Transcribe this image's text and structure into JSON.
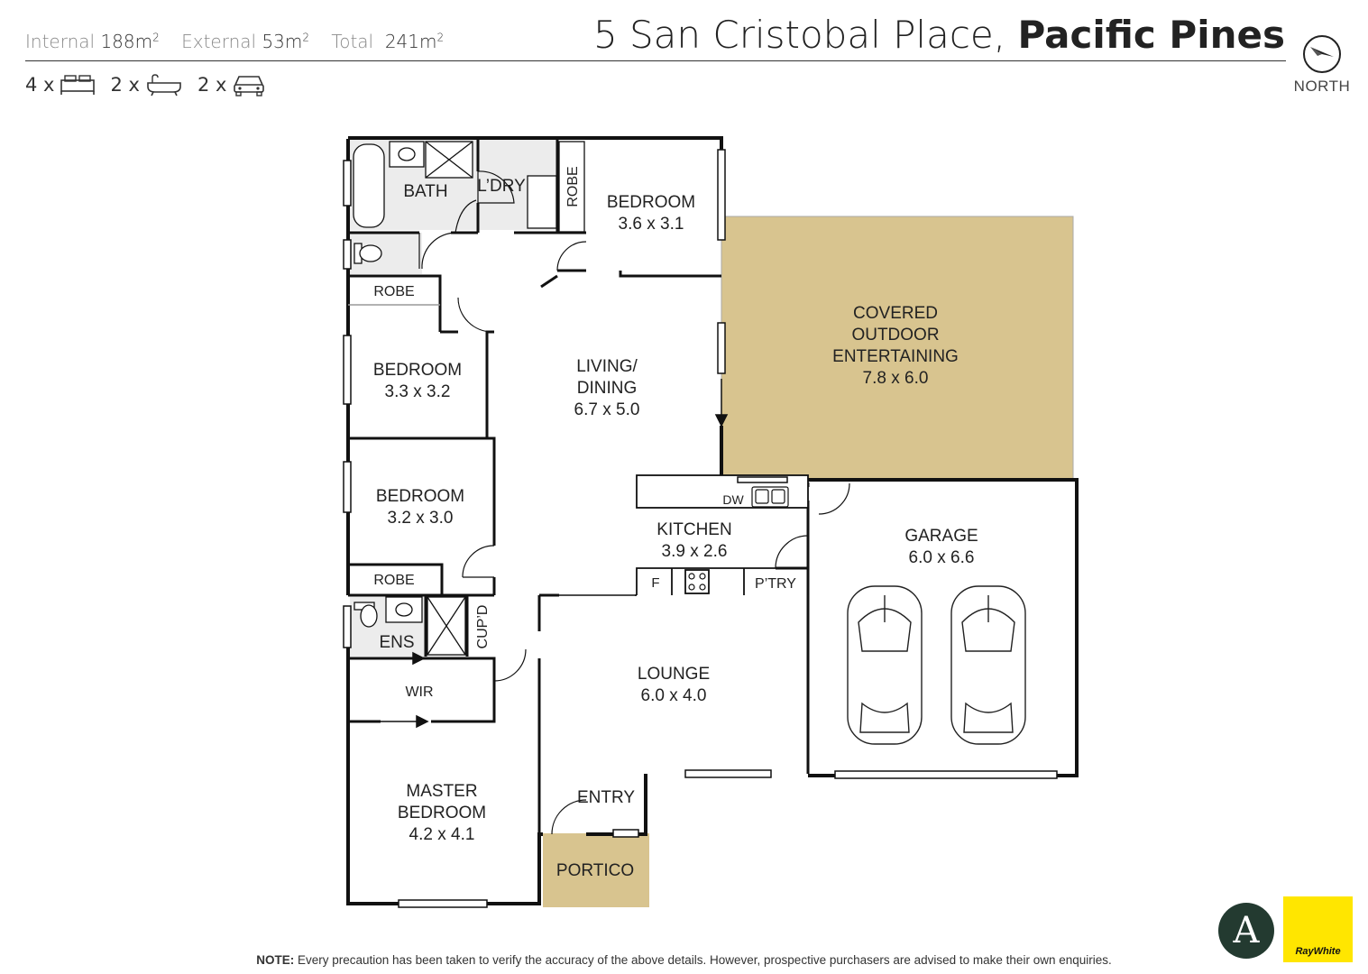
{
  "header": {
    "areas": [
      {
        "label": "Internal",
        "value": "188m",
        "sup": "2"
      },
      {
        "label": "External",
        "value": "53m",
        "sup": "2"
      },
      {
        "label": "Total",
        "value": "241m",
        "sup": "2"
      }
    ],
    "address_street": "5 San Cristobal Place,",
    "address_suburb": "Pacific Pines",
    "counts": [
      {
        "value": "4 x",
        "icon": "bed-icon"
      },
      {
        "value": "2 x",
        "icon": "bath-icon"
      },
      {
        "value": "2 x",
        "icon": "car-icon"
      }
    ],
    "compass_label": "NORTH"
  },
  "rooms": {
    "bath": "BATH",
    "laundry": "L’DRY",
    "robe_top": "ROBE",
    "bedroom_ne_name": "BEDROOM",
    "bedroom_ne_size": "3.6 x 3.1",
    "robe_w1": "ROBE",
    "bedroom_2_name": "BEDROOM",
    "bedroom_2_size": "3.3 x 3.2",
    "bedroom_3_name": "BEDROOM",
    "bedroom_3_size": "3.2 x 3.0",
    "robe_w2": "ROBE",
    "ensuite": "ENS",
    "cupboard": "CUP’D",
    "wir": "WIR",
    "master_line1": "MASTER",
    "master_line2": "BEDROOM",
    "master_size": "4.2 x 4.1",
    "living_line1": "LIVING/",
    "living_line2": "DINING",
    "living_size": "6.7 x 5.0",
    "outdoor_line1": "COVERED",
    "outdoor_line2": "OUTDOOR",
    "outdoor_line3": "ENTERTAINING",
    "outdoor_size": "7.8 x 6.0",
    "kitchen_name": "KITCHEN",
    "kitchen_size": "3.9 x 2.6",
    "dishwasher": "DW",
    "fridge": "F",
    "pantry": "P’TRY",
    "garage_name": "GARAGE",
    "garage_size": "6.0 x 6.6",
    "lounge_name": "LOUNGE",
    "lounge_size": "6.0 x 4.0",
    "entry": "ENTRY",
    "portico": "PORTICO"
  },
  "colors": {
    "outdoor_fill": "#d8c48f",
    "wall": "#111111",
    "tile": "#e8e8e8",
    "brand_green": "#233a30",
    "brand_yellow": "#ffe600"
  },
  "footer": {
    "note_label": "NOTE:",
    "note_text": "Every precaution has been taken to verify the accuracy of the above details. However, prospective purchasers are advised to make their own enquiries.",
    "logo_letter": "A",
    "brand": "RayWhite"
  }
}
